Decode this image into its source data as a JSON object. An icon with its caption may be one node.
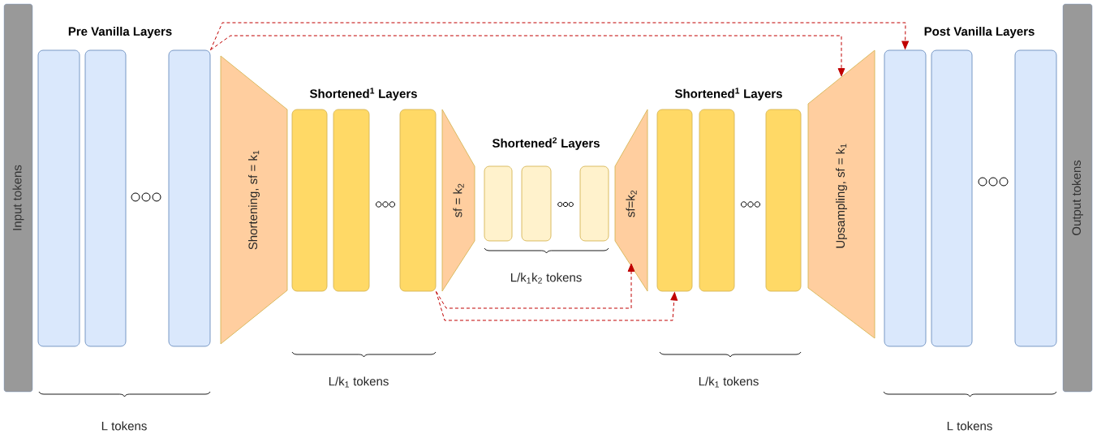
{
  "diagram": {
    "nodes": [
      {
        "text": [
          "Input tokens"
        ]
      },
      {
        "text": [],
        "shape": "box"
      },
      {
        "text": [],
        "shape": "box"
      },
      {
        "text": [],
        "shape": "box"
      },
      {
        "text": [
          "Shortening, sf = k$_{1}$"
        ]
      },
      {
        "text": [],
        "shape": "box"
      },
      {
        "text": [],
        "shape": "box"
      },
      {
        "text": [],
        "shape": "box"
      },
      {
        "text": [
          "sf = k$_{2}$"
        ]
      },
      {
        "text": [],
        "shape": "box"
      },
      {
        "text": [],
        "shape": "box"
      },
      {
        "text": [],
        "shape": "box"
      },
      {
        "text": [
          "sf=k$_{2}$"
        ]
      },
      {
        "text": [],
        "shape": "box"
      },
      {
        "text": [],
        "shape": "box"
      },
      {
        "text": [],
        "shape": "box"
      },
      {
        "text": [
          "Upsampling, sf = k$_{1}$"
        ]
      },
      {
        "text": [],
        "shape": "box"
      },
      {
        "text": [],
        "shape": "box"
      },
      {
        "text": [],
        "shape": "box"
      },
      {
        "text": [
          "Output tokens"
        ]
      }
    ],
    "edges": [
      {
        "from": 3,
        "to": 17,
        "arrow": "to",
        "style": "dashed"
      },
      {
        "from": 3,
        "to": 16,
        "arrow": "to",
        "style": "dashed"
      },
      {
        "from": 7,
        "to": 12,
        "arrow": "to",
        "style": "dashed"
      },
      {
        "from": 7,
        "to": 13,
        "arrow": "to",
        "style": "dashed"
      }
    ],
    "labels": [
      "Pre Vanilla Layers",
      "Post Vanilla Layers",
      "Shortened$^{1}$ Layers",
      "Shortened$^{1}$ Layers",
      "Shortened$^{2}$ Layers",
      "L/k$_{1}$k$_{2}$ tokens",
      "L tokens",
      "L/k$_{1}$ tokens",
      "L/k$_{1}$ tokens",
      "L tokens"
    ]
  }
}
